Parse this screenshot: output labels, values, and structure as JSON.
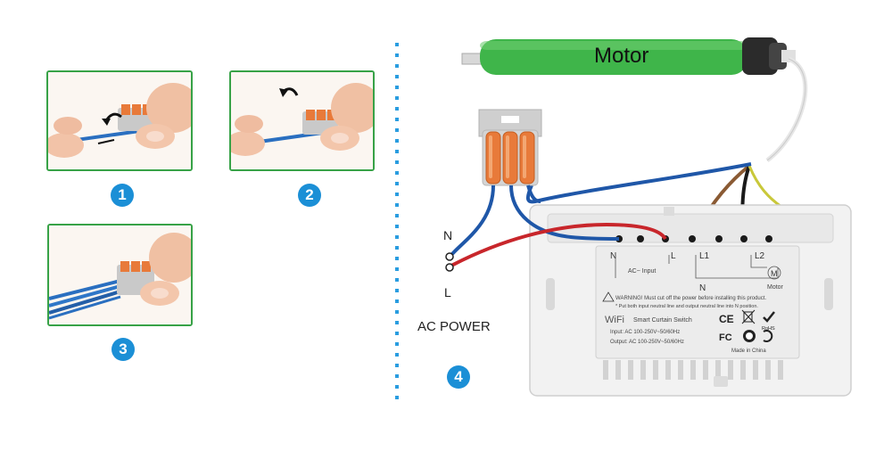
{
  "steps": [
    {
      "number": "1"
    },
    {
      "number": "2"
    },
    {
      "number": "3"
    },
    {
      "number": "4"
    }
  ],
  "power": {
    "neutral_label": "N",
    "live_label": "L",
    "caption": "AC POWER"
  },
  "motor": {
    "label": "Motor"
  },
  "switch_panel": {
    "terminals": [
      "N",
      "L",
      "L1",
      "L2"
    ],
    "input_label": "AC~ Input",
    "neutral_bottom": "N",
    "motor_label": "Motor",
    "motor_symbol": "M",
    "warning_line1": "WARNING! Must cut off the power before installing this product.",
    "warning_line2": "* Put both input neutral line and output neutral line into N position.",
    "brand": "WiFi",
    "product": "Smart Curtain Switch",
    "input_spec": "Input: AC 100-250V~50/60Hz",
    "output_spec": "Output: AC 100-250V~50/60Hz",
    "ce_mark": "CE",
    "fc_mark": "FC",
    "rohs_mark": "RoHS",
    "origin": "Made in China"
  },
  "colors": {
    "border_green": "#37a247",
    "badge_blue": "#1b8fd6",
    "motor_green": "#3fb54a",
    "wire_blue": "#1f57a8",
    "wire_red": "#c8262b",
    "wire_brown": "#8a5a33",
    "wire_black": "#1a1a1a",
    "connector_orange": "#e87a3a"
  }
}
